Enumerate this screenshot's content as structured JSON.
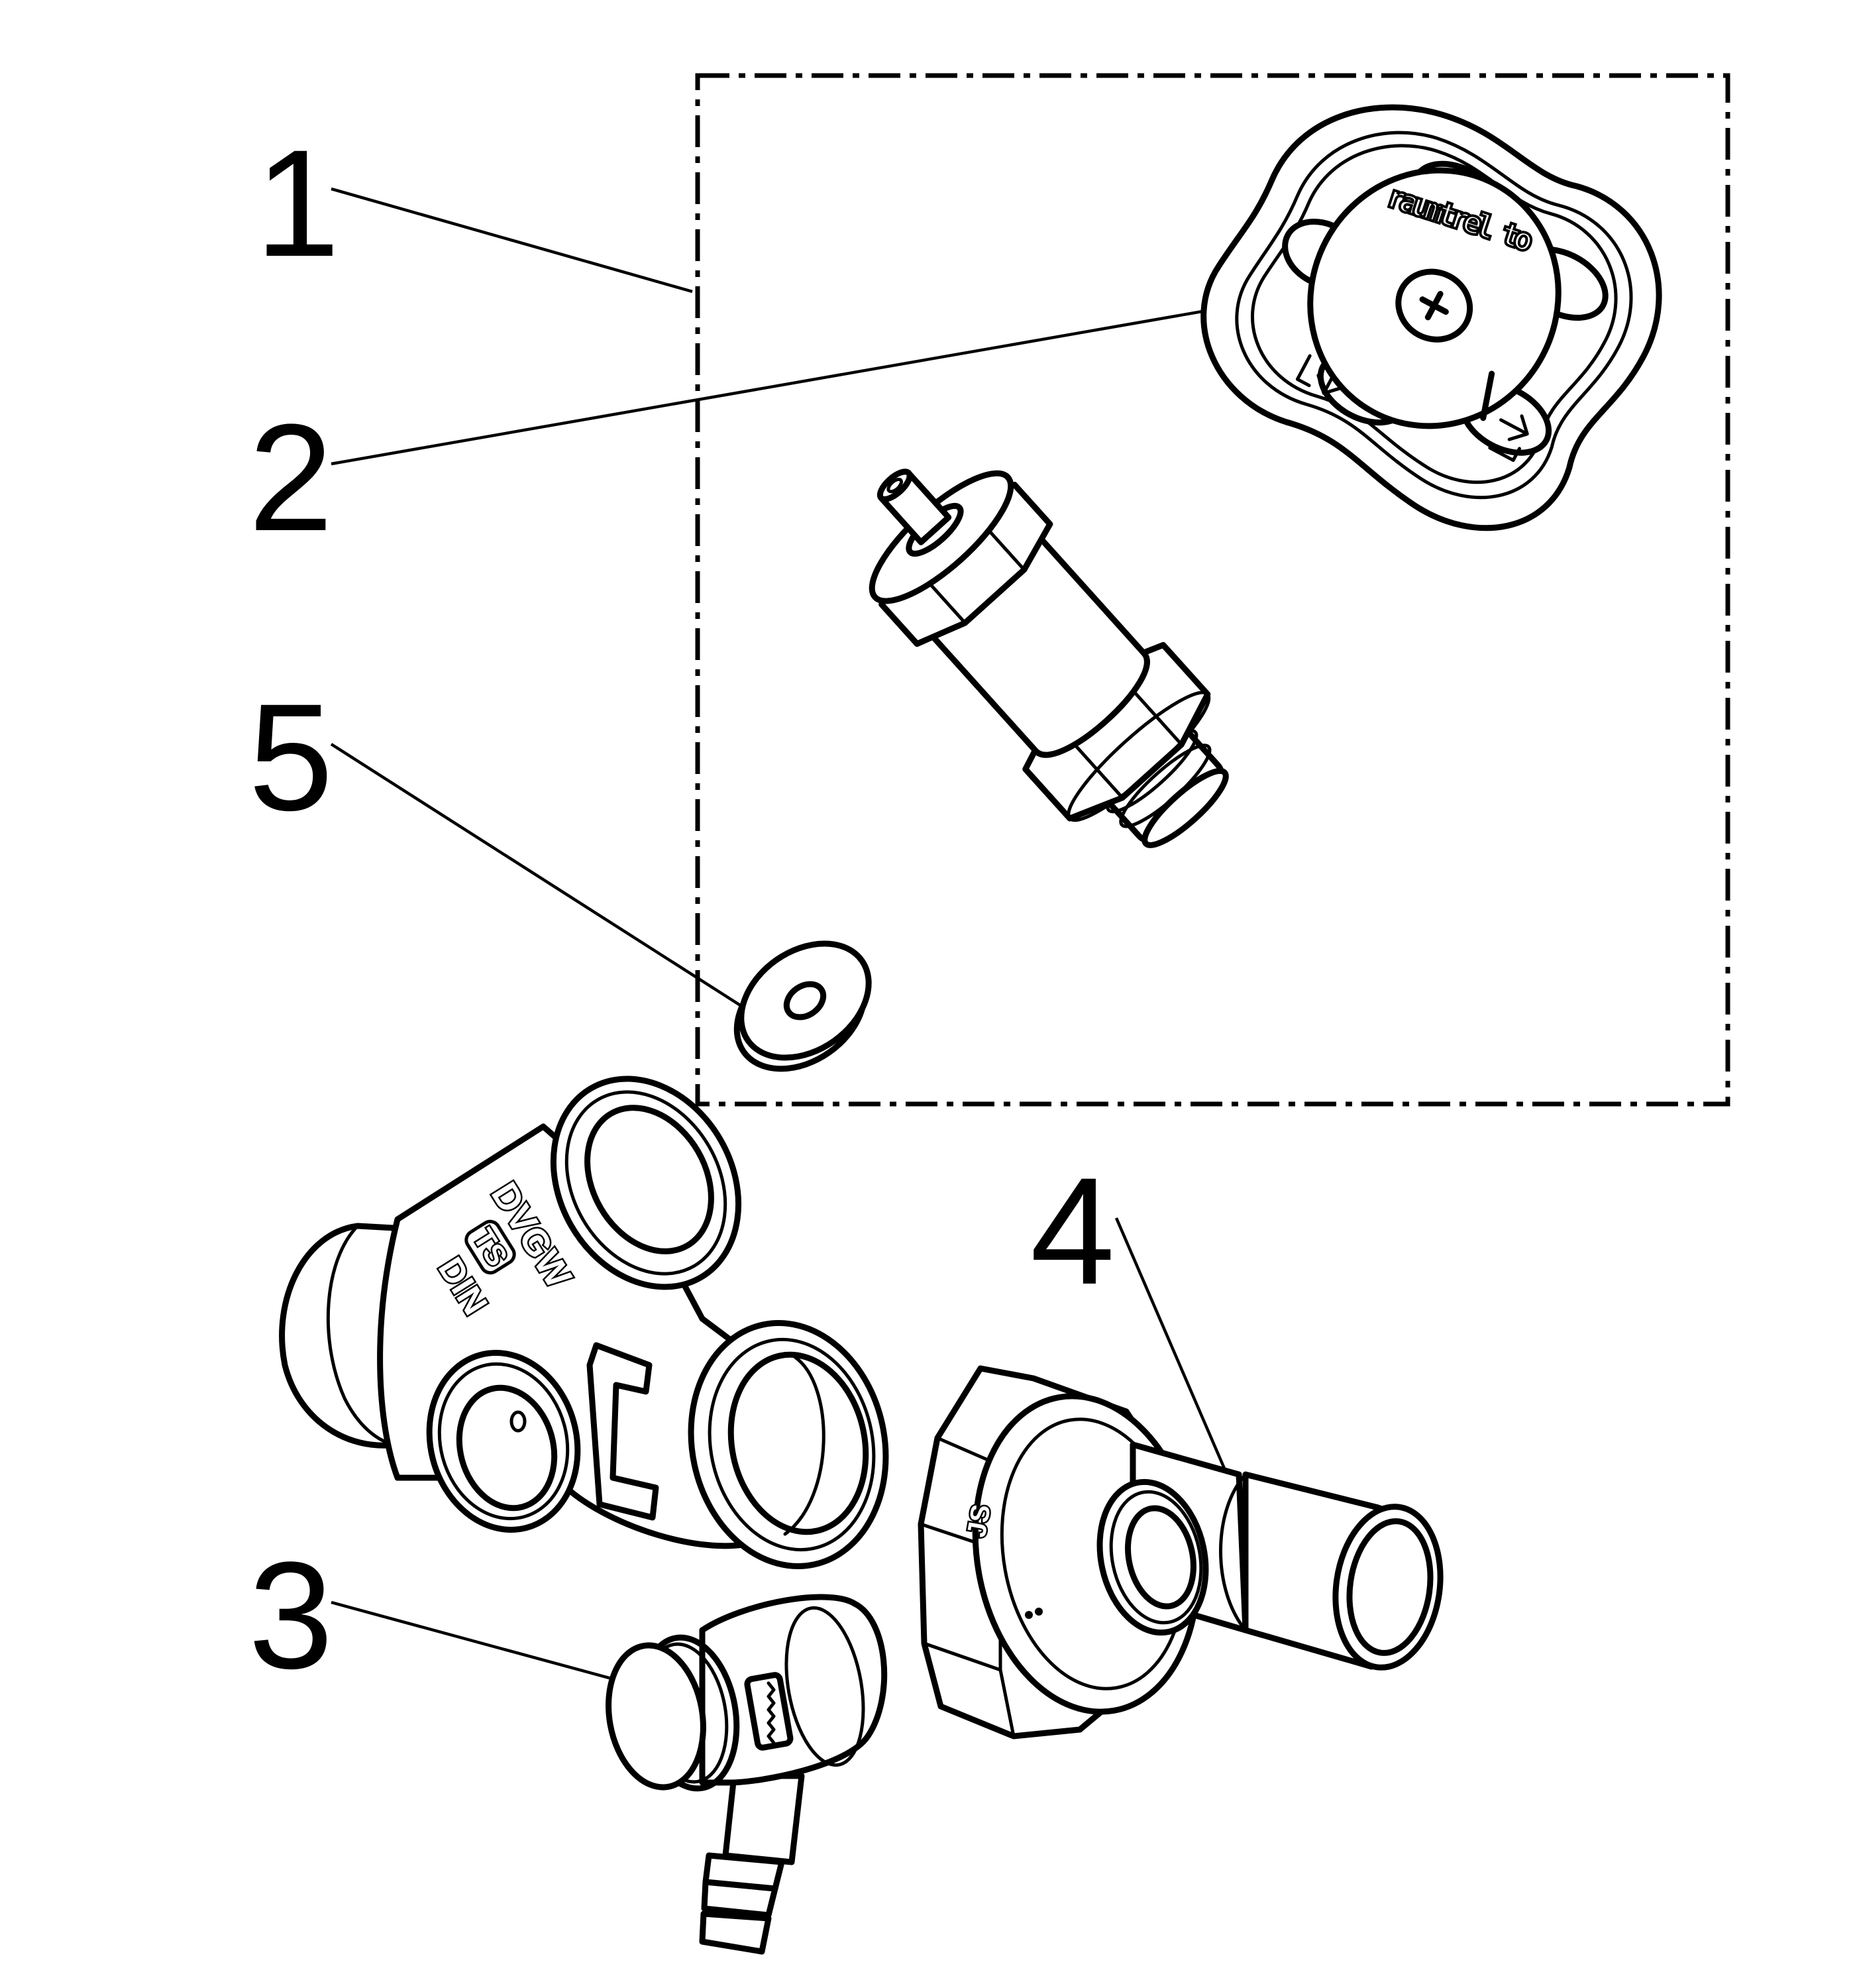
{
  "diagram": {
    "type": "exploded-parts-view",
    "line_color": "#000000",
    "background_color": "#ffffff",
    "callouts": [
      {
        "id": "1",
        "label": "1",
        "target": "assembly-box"
      },
      {
        "id": "2",
        "label": "2",
        "target": "handwheel"
      },
      {
        "id": "3",
        "label": "3",
        "target": "drain-cap"
      },
      {
        "id": "4",
        "label": "4",
        "target": "union-connector"
      },
      {
        "id": "5",
        "label": "5",
        "target": "washer"
      }
    ],
    "markings": {
      "handwheel_dial_text": "raumtrel to",
      "body_marking_1": "DVGW",
      "body_marking_2": "TS",
      "body_marking_3": "DIN",
      "nut_marking": "JS"
    }
  }
}
